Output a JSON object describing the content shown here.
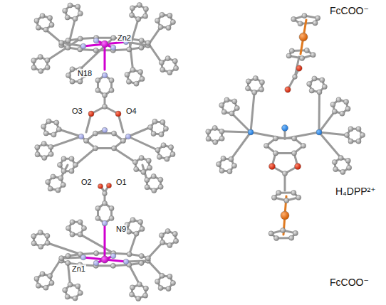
{
  "diagram": {
    "labels": [
      "Zn2",
      "N18",
      "O3",
      "O4",
      "O2",
      "O1",
      "N9",
      "Zn1",
      "FcCOO⁻",
      "H₄DPP²⁺",
      "FcCOO⁻"
    ]
  }
}
